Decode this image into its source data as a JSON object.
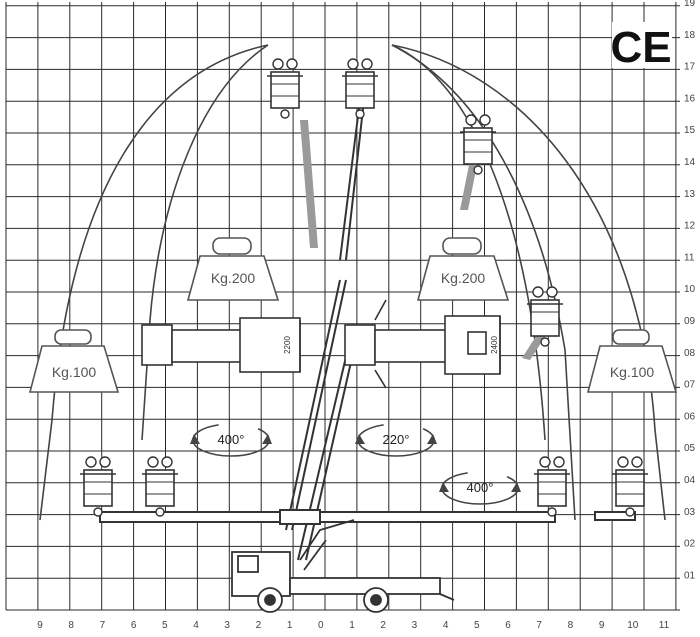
{
  "diagram": {
    "type": "working-range-chart",
    "right_axis_labels": [
      "19",
      "18",
      "17",
      "16",
      "15",
      "14",
      "13",
      "12",
      "11",
      "10",
      "09",
      "08",
      "07",
      "06",
      "05",
      "04",
      "03",
      "02",
      "01"
    ],
    "bottom_axis_labels": [
      "9",
      "8",
      "7",
      "6",
      "5",
      "4",
      "3",
      "2",
      "1",
      "0",
      "1",
      "2",
      "3",
      "4",
      "5",
      "6",
      "7",
      "8",
      "9",
      "10",
      "11"
    ],
    "ce_mark": "CE",
    "loads": {
      "left_200": "Kg.200",
      "right_200": "Kg.200",
      "left_100": "Kg.100",
      "right_100": "Kg.100"
    },
    "rotations": {
      "left_top": "400°",
      "center": "220°",
      "right_low": "400°"
    },
    "dimension_labels": {
      "left_vehicle": "2200",
      "right_vehicle": "2400"
    },
    "colors": {
      "grid": "#2a2a2a",
      "ink": "#3a3a3a",
      "background": "#ffffff"
    }
  }
}
